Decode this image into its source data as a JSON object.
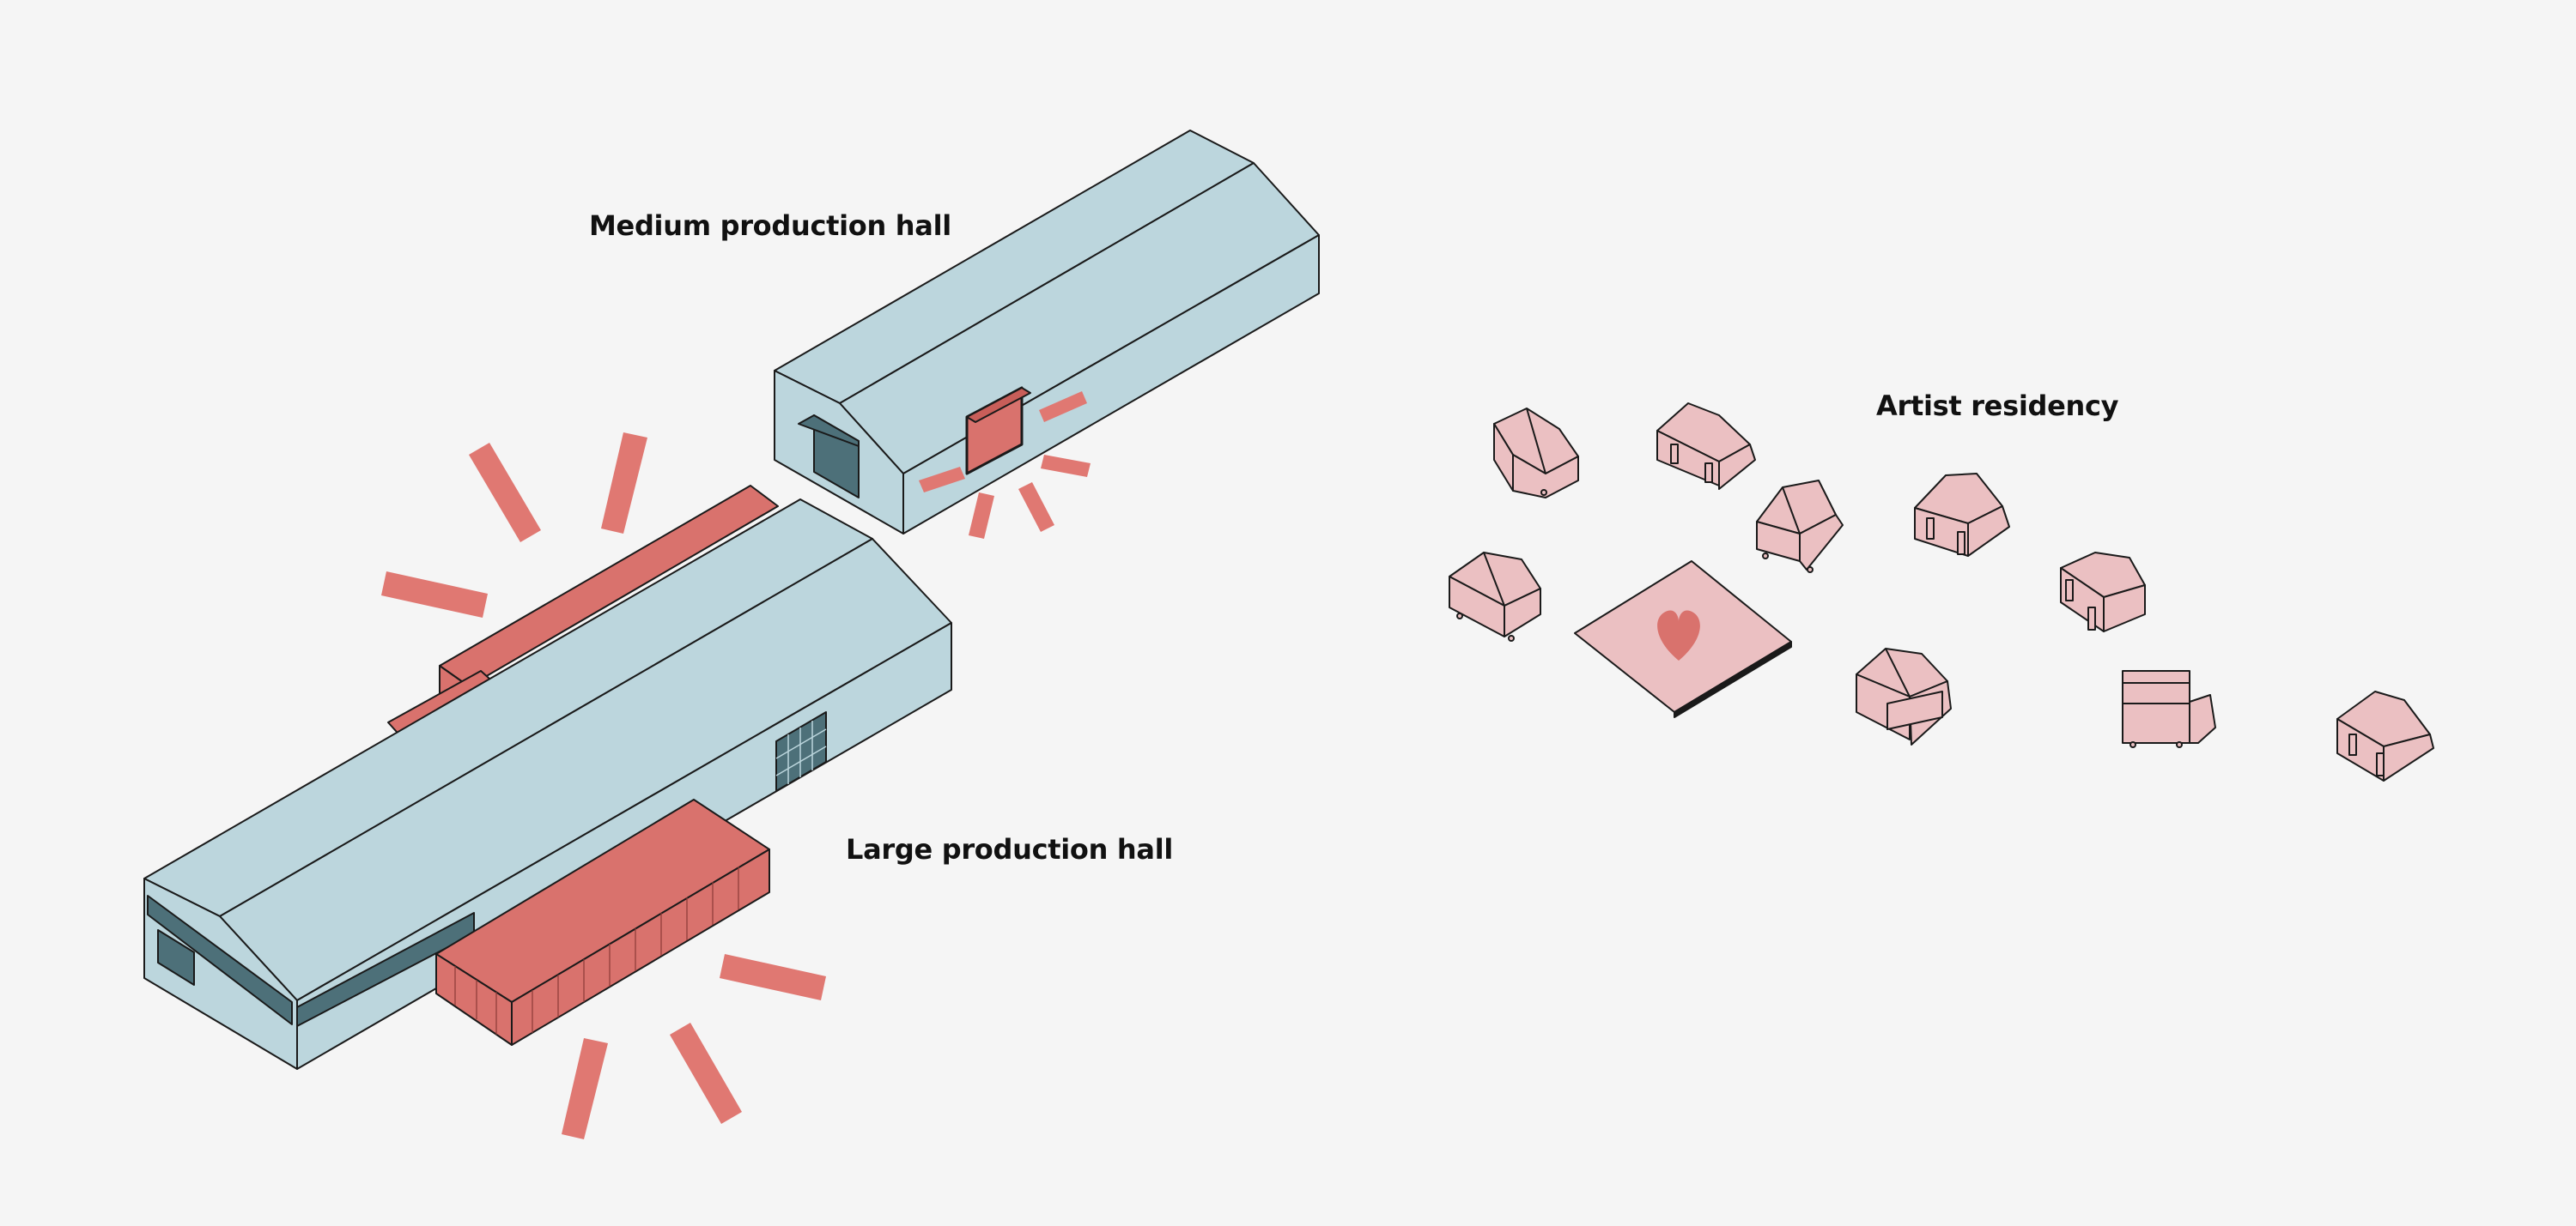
{
  "labels": {
    "medium_hall": "Medium production hall",
    "large_hall": "Large production hall",
    "artist_residency": "Artist residency"
  },
  "colors": {
    "background": "#f5f5f5",
    "hall_body": "#bcd6dd",
    "hall_dark": "#4d7079",
    "accent_red": "#d9726d",
    "house_pink": "#ebc0c2",
    "outline": "#1a1a1a"
  },
  "icons": [
    "heart-icon"
  ]
}
